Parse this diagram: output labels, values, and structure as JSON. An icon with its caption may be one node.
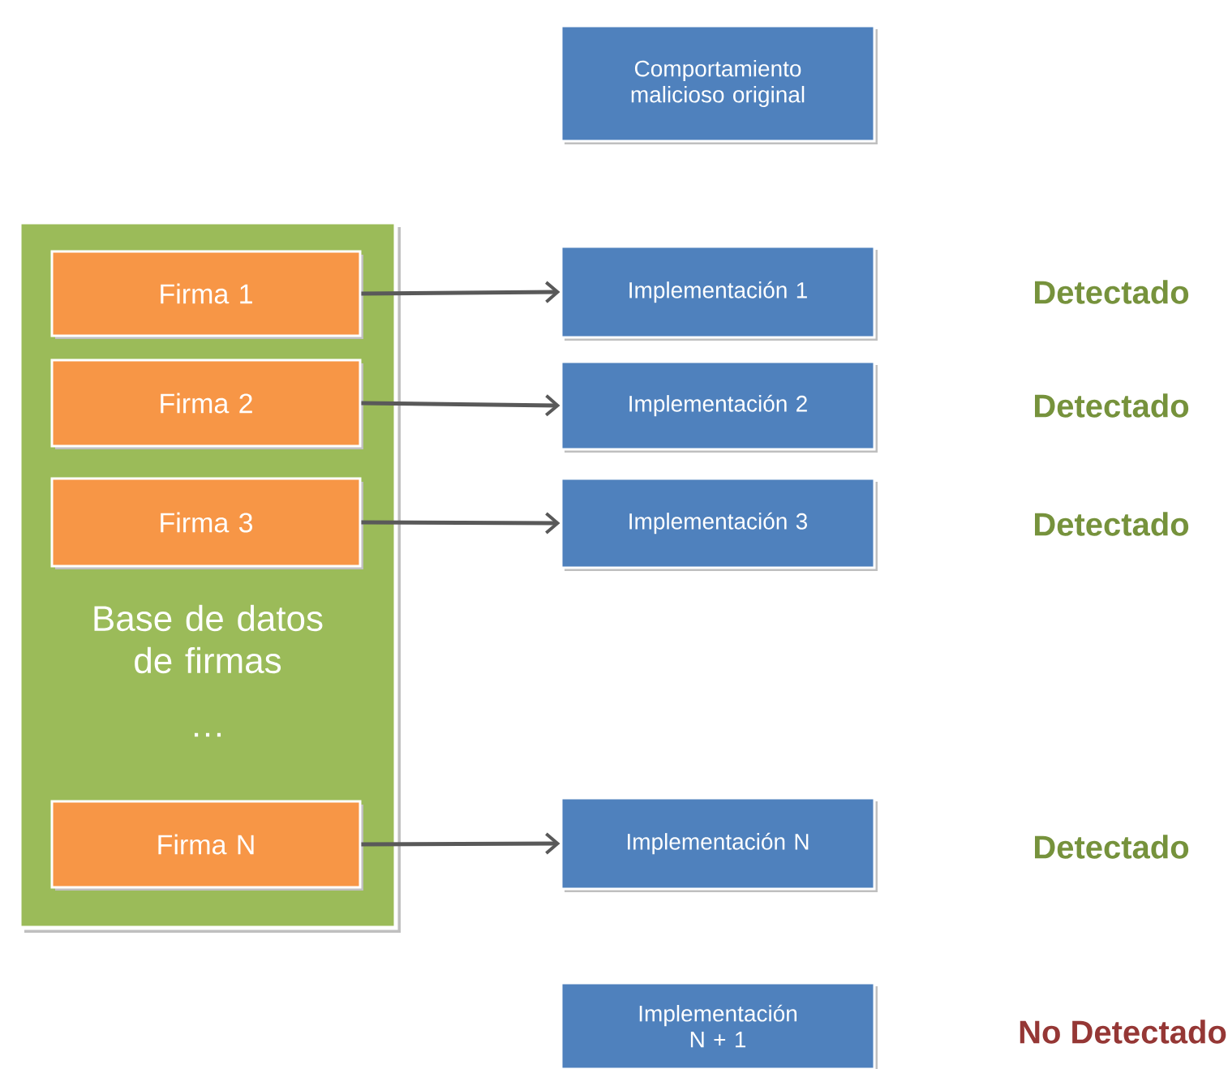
{
  "diagram": {
    "nodes": [
      {
        "text": [
          "Base de datos de firmas",
          "…"
        ]
      },
      {
        "text": [
          "Firma 1"
        ],
        "in": 0
      },
      {
        "text": [
          "Firma 2"
        ],
        "in": 0
      },
      {
        "text": [
          "Firma 3"
        ],
        "in": 0
      },
      {
        "text": [
          "Firma N"
        ],
        "in": 0
      },
      {
        "text": [
          "Comportamiento malicioso original"
        ]
      },
      {
        "text": [
          "Implementación 1"
        ]
      },
      {
        "text": [
          "Implementación 2"
        ]
      },
      {
        "text": [
          "Implementación 3"
        ]
      },
      {
        "text": [
          "Implementación N"
        ]
      },
      {
        "text": [
          "Implementación N + 1"
        ]
      }
    ],
    "edges": [
      {
        "from": 1,
        "to": 6,
        "arrow": "to"
      },
      {
        "from": 2,
        "to": 7,
        "arrow": "to"
      },
      {
        "from": 3,
        "to": 8,
        "arrow": "to"
      },
      {
        "from": 4,
        "to": 9,
        "arrow": "to"
      }
    ],
    "labels": [
      "Detectado",
      "Detectado",
      "Detectado",
      "Detectado",
      "No Detectado"
    ]
  }
}
